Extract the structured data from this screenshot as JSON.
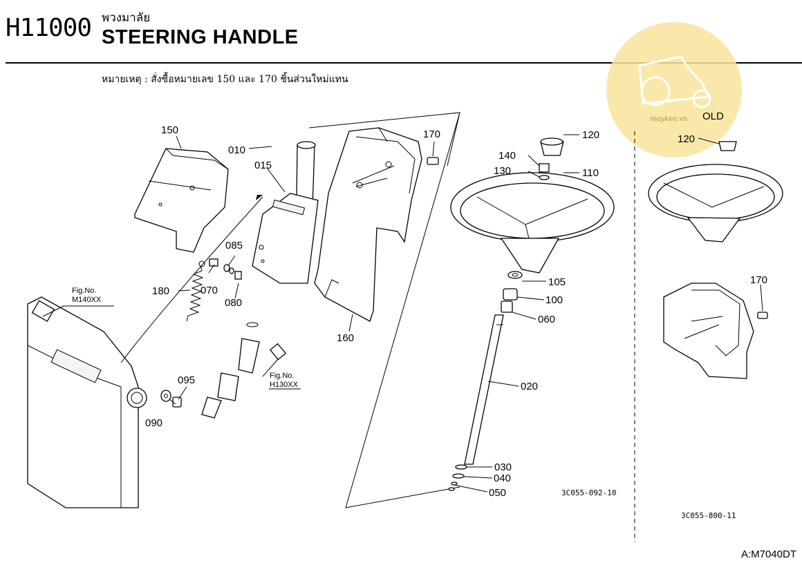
{
  "header": {
    "code": "H11000",
    "title_th": "พวงมาลัย",
    "title_en": "STEERING HANDLE",
    "note": "หมายเหตุ : สั่งซื้อหมายเลข 150 และ 170 ชิ้นส่วนใหม่แทน"
  },
  "watermark": {
    "text": "maykeo.vn",
    "color": "#f7e08a",
    "icon": "tractor-icon"
  },
  "labels": {
    "p010": "010",
    "p015": "015",
    "p020": "020",
    "p030": "030",
    "p040": "040",
    "p050": "050",
    "p060": "060",
    "p070": "070",
    "p080": "080",
    "p085": "085",
    "p090": "090",
    "p095": "095",
    "p100": "100",
    "p105": "105",
    "p110": "110",
    "p120": "120",
    "p130": "130",
    "p140": "140",
    "p150": "150",
    "p160": "160",
    "p170": "170",
    "p180": "180",
    "old_120": "120",
    "old_170": "170"
  },
  "refs": {
    "fig_label_1": "Fig.No.",
    "fig_code_1": "M140XX",
    "fig_label_2": "Fig.No.",
    "fig_code_2": "H130XX"
  },
  "old_label": "OLD",
  "drawing_codes": {
    "main": "3C055-092-10",
    "old": "3C055-800-11"
  },
  "model": "A:M7040DT"
}
